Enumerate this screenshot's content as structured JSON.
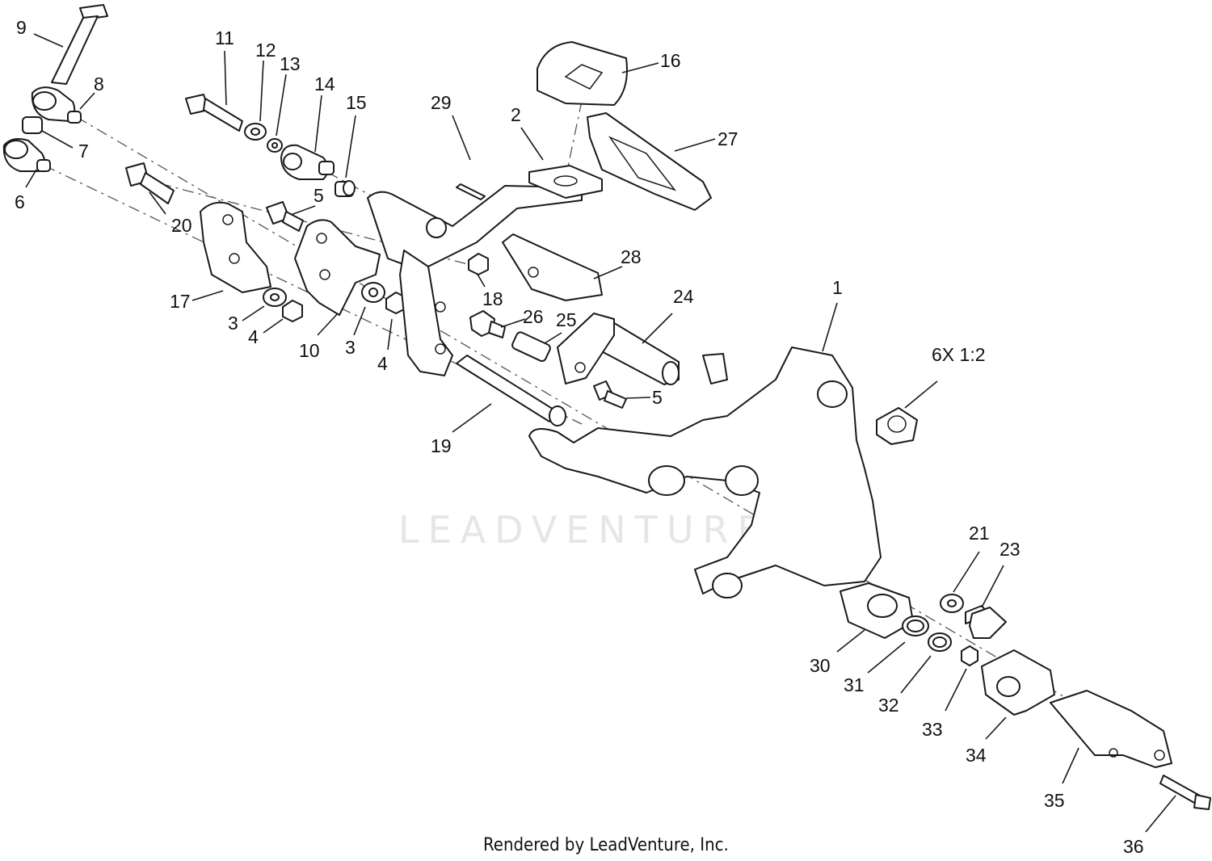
{
  "diagram": {
    "callouts": [
      "1",
      "2",
      "3",
      "3",
      "4",
      "4",
      "5",
      "5",
      "6",
      "7",
      "8",
      "9",
      "10",
      "11",
      "12",
      "13",
      "14",
      "15",
      "16",
      "17",
      "18",
      "19",
      "20",
      "21",
      "23",
      "24",
      "25",
      "26",
      "27",
      "28",
      "29",
      "30",
      "31",
      "32",
      "33",
      "34",
      "35",
      "36",
      "6X 1:2"
    ],
    "footer": "Rendered by LeadVenture, Inc.",
    "watermark": "LEADVENTURE"
  }
}
